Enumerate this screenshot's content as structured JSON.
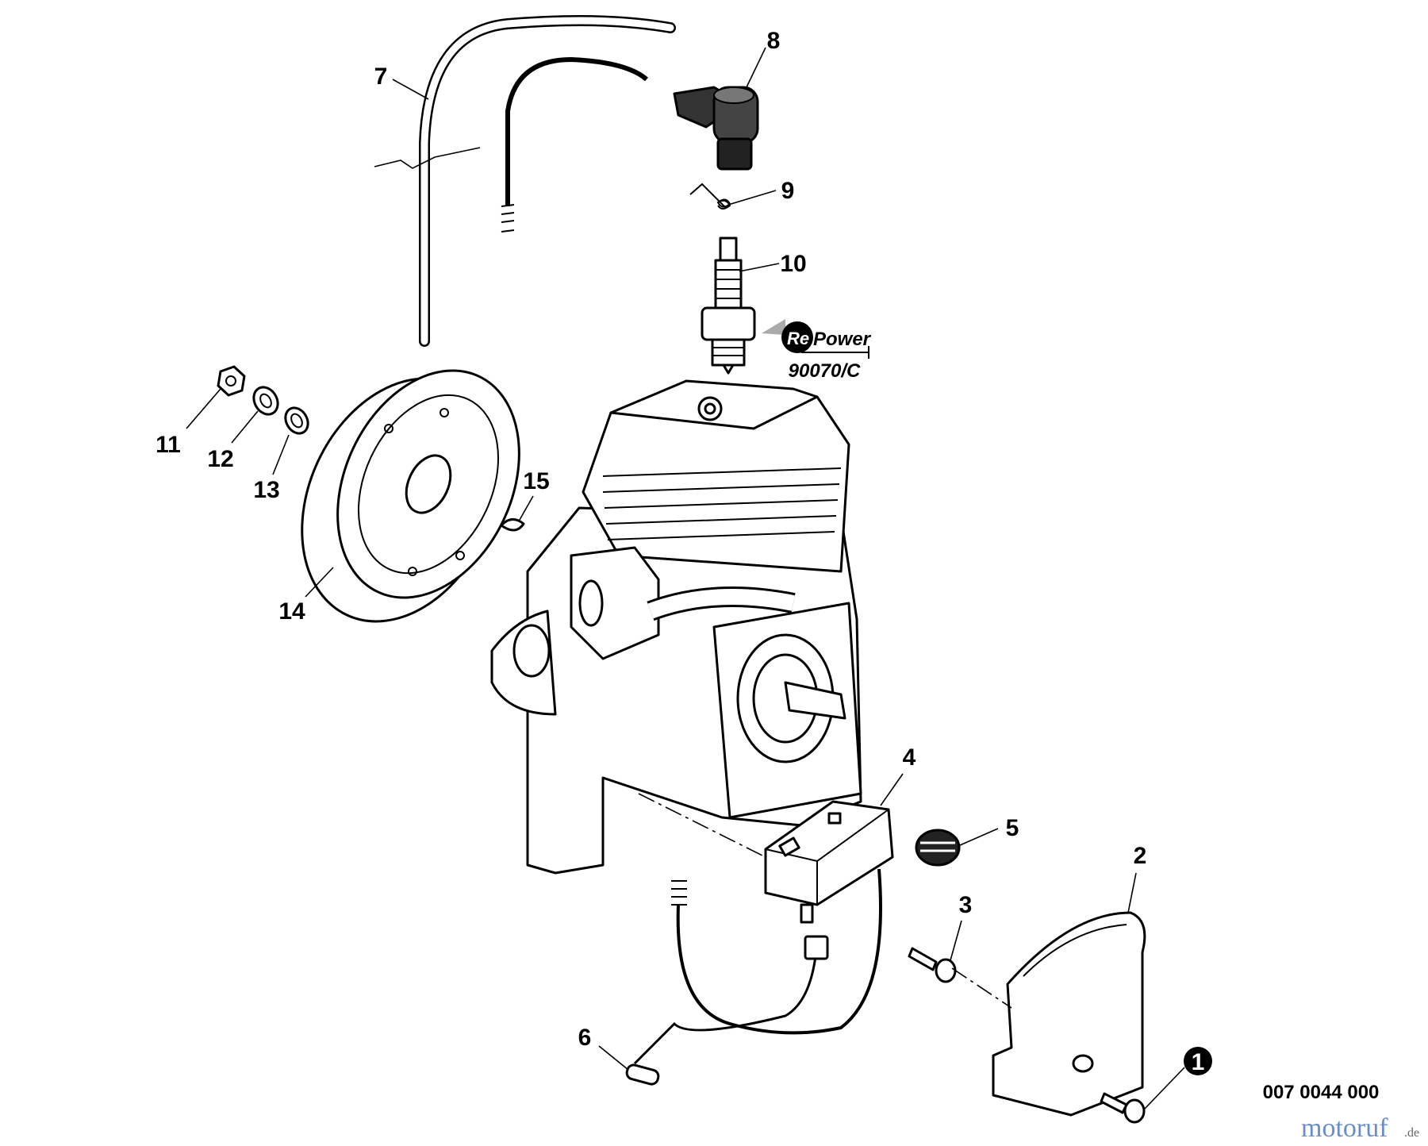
{
  "diagram": {
    "callouts": [
      {
        "id": "1",
        "label": "1"
      },
      {
        "id": "2",
        "label": "2"
      },
      {
        "id": "3",
        "label": "3"
      },
      {
        "id": "4",
        "label": "4"
      },
      {
        "id": "5",
        "label": "5"
      },
      {
        "id": "6",
        "label": "6"
      },
      {
        "id": "7",
        "label": "7"
      },
      {
        "id": "8",
        "label": "8"
      },
      {
        "id": "9",
        "label": "9"
      },
      {
        "id": "10",
        "label": "10"
      },
      {
        "id": "11",
        "label": "11"
      },
      {
        "id": "12",
        "label": "12"
      },
      {
        "id": "13",
        "label": "13"
      },
      {
        "id": "14",
        "label": "14"
      },
      {
        "id": "15",
        "label": "15"
      }
    ],
    "repower": {
      "brand": "RePower",
      "brand_re": "Re",
      "brand_power": "Power",
      "code": "90070/C"
    },
    "drawing_number": "007 0044 000",
    "watermark": {
      "name": "motoruf",
      "tld": ".de"
    }
  }
}
